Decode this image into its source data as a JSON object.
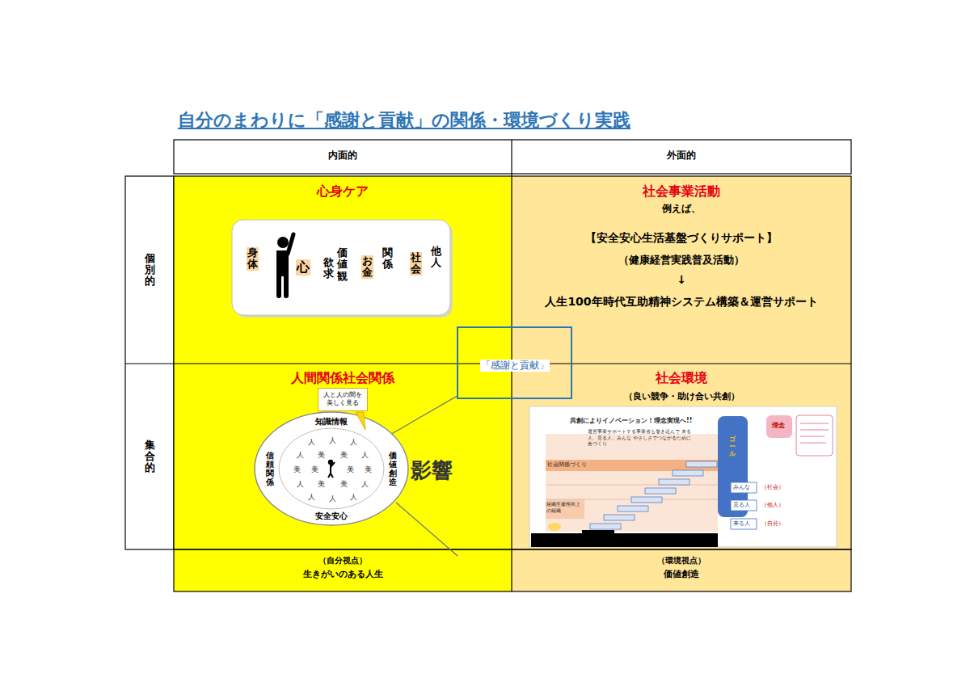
{
  "diagram": {
    "title": "自分のまわりに「感謝と貢献」の関係・環境づくり実践",
    "nodes": [
      {
        "text": [
          "内面的"
        ]
      },
      {
        "text": [
          "外面的"
        ]
      },
      {
        "text": [
          "個別的"
        ]
      },
      {
        "text": [
          "集合的"
        ]
      },
      {
        "text": [
          "心身ケア"
        ]
      },
      {
        "text": [
          "身体",
          "心",
          "欲求",
          "価値観",
          "お金",
          "関係",
          "社会",
          "他人"
        ],
        "in": 4
      },
      {
        "text": [
          "社会事業活動",
          "例えば、",
          "【安全安心生活基盤づくりサポート】",
          "（健康経営実践普及活動）",
          "↓",
          "人生100年時代互助精神システム構築＆運営サポート"
        ]
      },
      {
        "text": [
          "人間関係社会関係"
        ]
      },
      {
        "text": [
          "人と人の間を美しく見る"
        ],
        "in": 7
      },
      {
        "text": [
          "知識情報",
          "価値創造",
          "安全安心",
          "信頼関係",
          "人",
          "人",
          "人",
          "人",
          "美",
          "美",
          "人",
          "美",
          "美",
          "美",
          "美",
          "人",
          "美",
          "美",
          "人",
          "人",
          "人",
          "人"
        ],
        "in": 7
      },
      {
        "text": [
          "「感謝と貢献」"
        ]
      },
      {
        "text": [
          "社会環境",
          "（良い競争・助け合い共創）"
        ]
      },
      {
        "text": [
          "共創によりイノベーション！理念実現へ!!",
          "運営事業サポートする事業者も巻き込んで 来る人、見る人、みんな やさしさでつながるために会づくり",
          "社会関係づくり",
          "組織生産性向上の組織",
          "ゴール",
          "理念",
          "みんな",
          "見る人",
          "来る人",
          "（社会）",
          "（他人）",
          "（自分）"
        ],
        "in": 11
      },
      {
        "text": [
          "（自分視点）",
          "生きがいのある人生"
        ]
      },
      {
        "text": [
          "（環境視点）",
          "価値創造"
        ]
      }
    ],
    "edges": [
      {
        "from": 10,
        "to": 9,
        "arrow": "none"
      }
    ],
    "labels": [
      "影響"
    ]
  }
}
